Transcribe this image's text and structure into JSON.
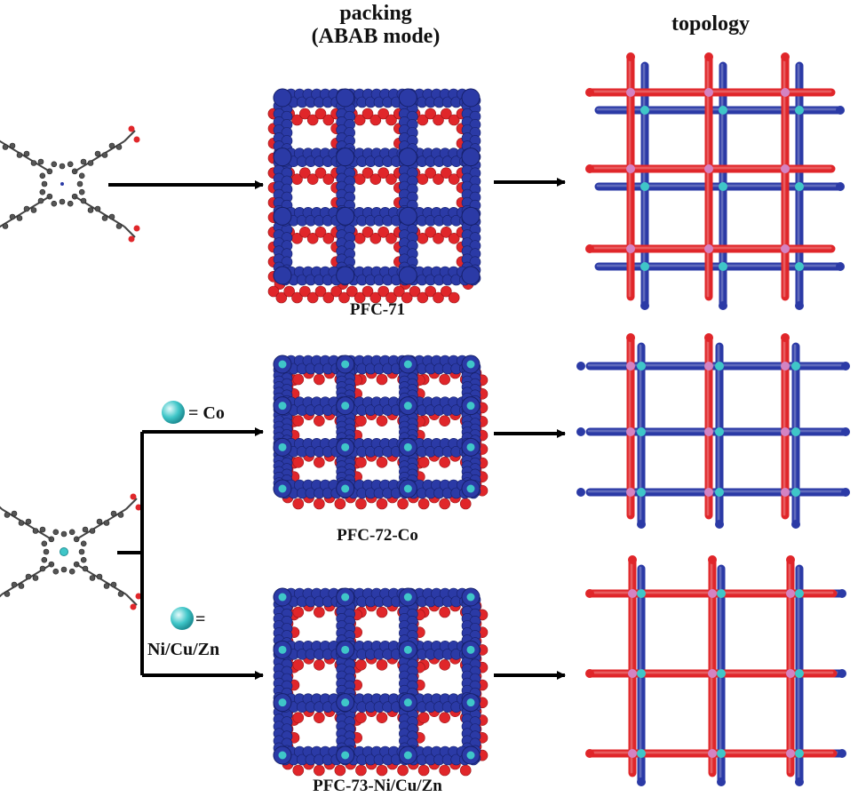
{
  "headers": {
    "packing_line1": "packing",
    "packing_line2": "(ABAB mode)",
    "topology": "topology"
  },
  "rows": [
    {
      "caption": "PFC-71"
    },
    {
      "caption": "PFC-72-Co"
    },
    {
      "caption": "PFC-73-Ni/Cu/Zn"
    }
  ],
  "legend": {
    "co_text": "= Co",
    "nicuzn_eq": "=",
    "nicuzn_text": "Ni/Cu/Zn"
  },
  "colors": {
    "blue": "#2b3aa6",
    "red": "#e0262a",
    "cyan": "#3fc6c8",
    "pink": "#d483c2",
    "molecule": "#555555",
    "arrow": "#000000"
  }
}
